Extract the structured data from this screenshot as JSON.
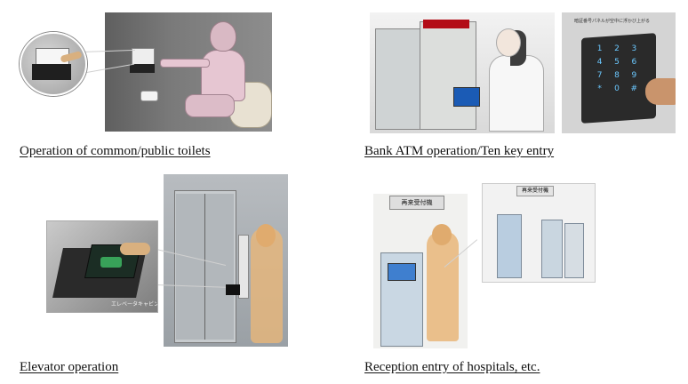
{
  "captions": {
    "toilets": "Operation of common/public toilets",
    "atm": "Bank ATM operation/Ten key entry",
    "elevator": "Elevator operation",
    "hospital": "Reception entry of hospitals, etc."
  },
  "atm_photo": {
    "header": "暗証番号パネルが空中に浮かび上がる",
    "keys": [
      "1",
      "2",
      "3",
      "4",
      "5",
      "6",
      "7",
      "8",
      "9",
      "*",
      "0",
      "#"
    ]
  },
  "elevator_zoom": {
    "label": "エレベータキャビン内"
  },
  "hospital": {
    "sign": "再来受付機",
    "photo_sign": "再来受付機"
  }
}
